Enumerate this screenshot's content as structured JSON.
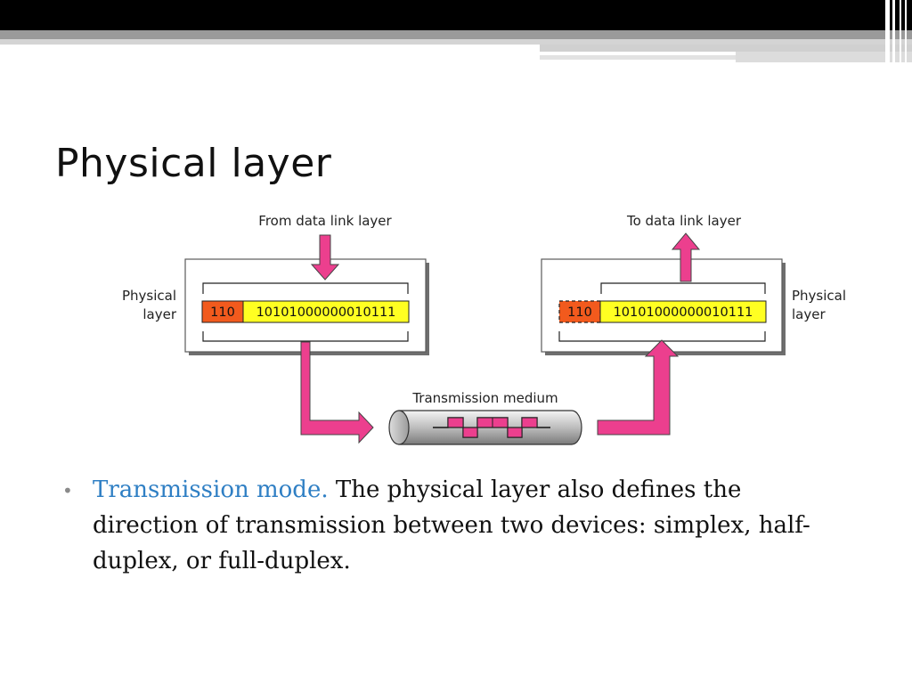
{
  "slide": {
    "title": "Physical layer",
    "bullet": {
      "highlight": "Transmission mode.",
      "text": " The physical layer also defines the direction of transmission between two devices: simplex, half-duplex, or full-duplex.",
      "highlight_color": "#2f7fc4"
    }
  },
  "diagram": {
    "from_label": "From data link layer",
    "to_label": "To data link layer",
    "left_layer_label": [
      "Physical",
      "layer"
    ],
    "right_layer_label": [
      "Physical",
      "layer"
    ],
    "medium_label": "Transmission medium",
    "header_bits": "110",
    "data_bits": "10101000000010111",
    "colors": {
      "arrow": "#ec3f8e",
      "header_left": "#f25a1d",
      "header_right": "#f25a1d",
      "data": "#ffff22"
    }
  }
}
